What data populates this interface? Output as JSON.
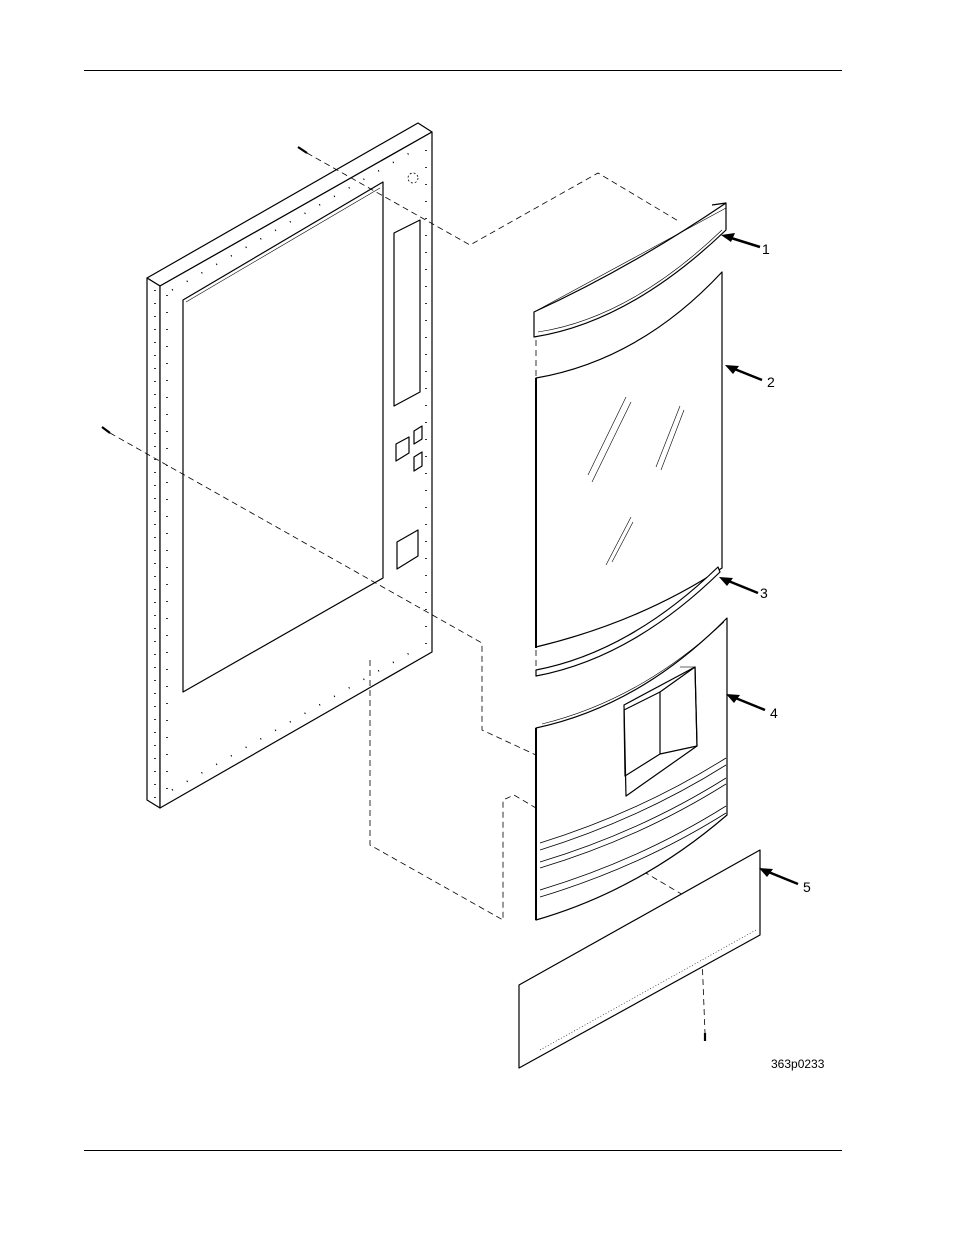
{
  "callouts": {
    "c1": "1",
    "c2": "2",
    "c3": "3",
    "c4": "4",
    "c5": "5"
  },
  "figure_id": "363p0233",
  "colors": {
    "line": "#000000",
    "background": "#ffffff"
  }
}
